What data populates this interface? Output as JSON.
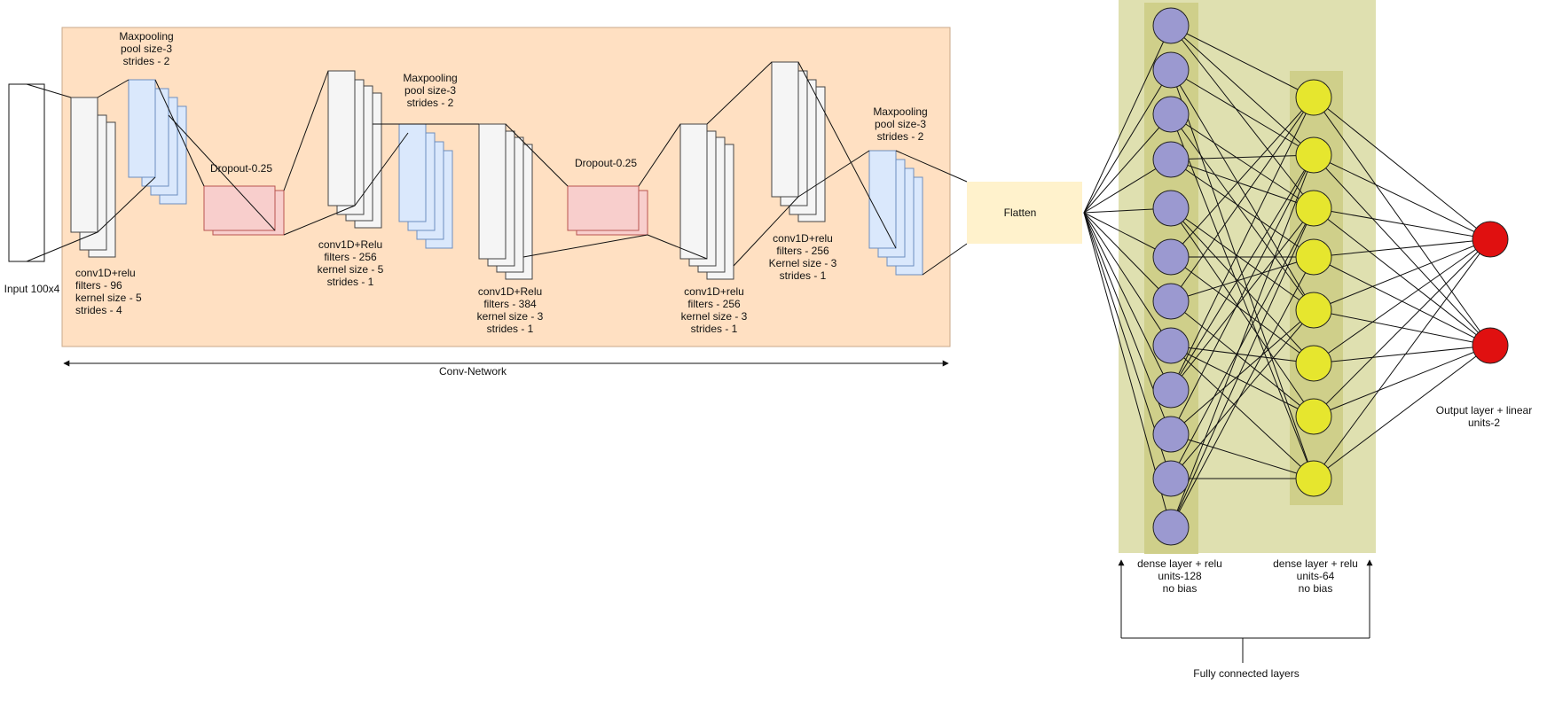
{
  "colors": {
    "conv_region": "#ffe0c2",
    "conv_region_border": "#c9a98a",
    "dense_region": "#dfe0b0",
    "dense_column": "#cfcf8a",
    "node_dense128": "#9b99d0",
    "node_dense64": "#e6e62e",
    "node_output": "#e01010",
    "flatten_fill": "#fff2cc",
    "flatten_border": "#d6b656"
  },
  "input": {
    "label": "Input 100x4"
  },
  "conv_network_label": "Conv-Network",
  "blocks": {
    "conv1": {
      "lines": [
        "conv1D+relu",
        "filters - 96",
        "kernel size - 5",
        "strides - 4"
      ]
    },
    "pool1": {
      "lines": [
        "Maxpooling",
        "pool size-3",
        "strides - 2"
      ]
    },
    "dropout1": {
      "lines": [
        "Dropout-0.25"
      ]
    },
    "conv2": {
      "lines": [
        "conv1D+Relu",
        "filters - 256",
        "kernel size - 5",
        "strides - 1"
      ]
    },
    "pool2": {
      "lines": [
        "Maxpooling",
        "pool size-3",
        "strides - 2"
      ]
    },
    "conv3": {
      "lines": [
        "conv1D+Relu",
        "filters - 384",
        "kernel size - 3",
        "strides - 1"
      ]
    },
    "dropout2": {
      "lines": [
        "Dropout-0.25"
      ]
    },
    "conv4": {
      "lines": [
        "conv1D+relu",
        "filters - 256",
        "kernel size - 3",
        "strides - 1"
      ]
    },
    "conv5": {
      "lines": [
        "conv1D+relu",
        "filters - 256",
        "Kernel size - 3",
        "strides - 1"
      ]
    },
    "pool3": {
      "lines": [
        "Maxpooling",
        "pool size-3",
        "strides - 2"
      ]
    }
  },
  "flatten": {
    "label": "Flatten"
  },
  "dense1": {
    "lines": [
      "dense layer + relu",
      "units-128",
      "no bias"
    ],
    "drawn_nodes": 12
  },
  "dense2": {
    "lines": [
      "dense layer + relu",
      "units-64",
      "no bias"
    ],
    "drawn_nodes": 8
  },
  "output": {
    "lines": [
      "Output layer + linear",
      "units-2"
    ],
    "drawn_nodes": 2
  },
  "fc_label": "Fully connected layers"
}
